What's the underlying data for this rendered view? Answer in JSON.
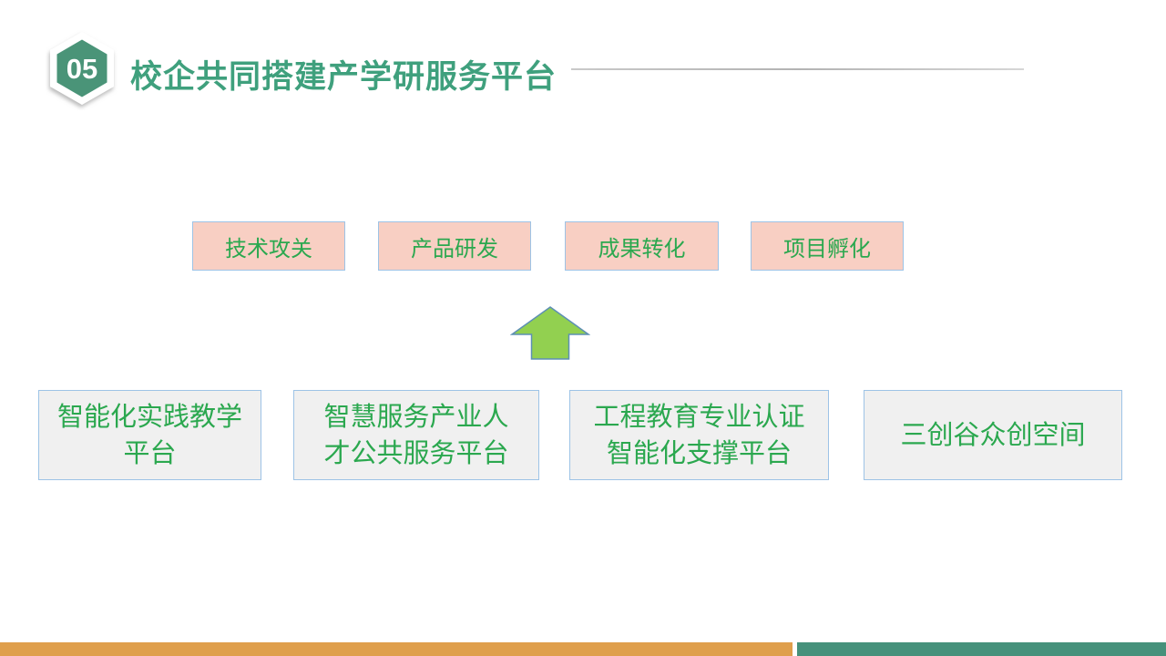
{
  "badge": {
    "number": "05"
  },
  "header": {
    "title": "校企共同搭建产学研服务平台"
  },
  "top_row": {
    "items": [
      {
        "label": "技术攻关"
      },
      {
        "label": "产品研发"
      },
      {
        "label": "成果转化"
      },
      {
        "label": "项目孵化"
      }
    ]
  },
  "arrow": {
    "direction": "up"
  },
  "bottom_row": {
    "items": [
      {
        "label": "智能化实践教学平台",
        "lines": [
          "智能化实践教学",
          "平台"
        ]
      },
      {
        "label": "智慧服务产业人才公共服务平台",
        "lines": [
          "智慧服务产业人",
          "才公共服务平台"
        ]
      },
      {
        "label": "工程教育专业认证智能化支撑平台",
        "lines": [
          "工程教育专业认证",
          "智能化支撑平台"
        ]
      },
      {
        "label": "三创谷众创空间",
        "lines": [
          "三创谷众创空间"
        ]
      }
    ]
  },
  "colors": {
    "badge_green": "#4A9478",
    "title_green": "#3FA07D",
    "box_text_green": "#2BA84F",
    "pink_fill": "#F8CFC3",
    "blue_border": "#9DC3E6",
    "gray_fill": "#F0F0F0",
    "arrow_fill": "#92D050",
    "arrow_border": "#5D8FB4",
    "footer_orange": "#DF9F4C",
    "footer_green": "#46917B",
    "divider_gray": "#BFBFBF"
  }
}
